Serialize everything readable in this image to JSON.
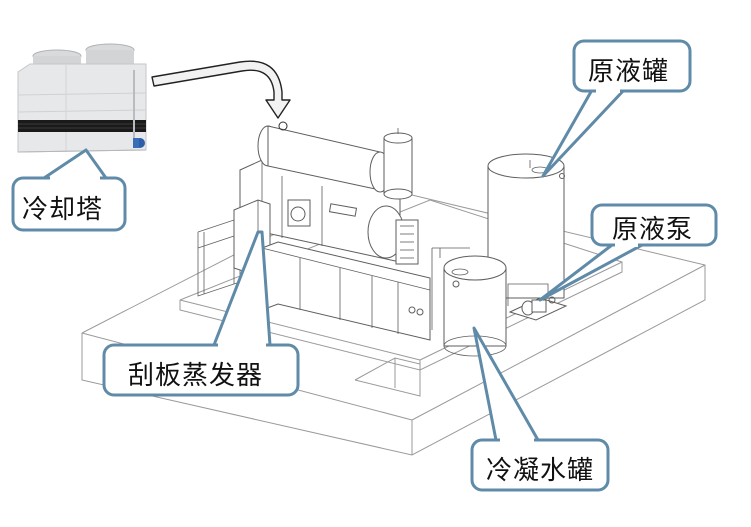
{
  "diagram": {
    "type": "equipment-layout",
    "subject": "scraper-evaporator wastewater concentration skid",
    "colors": {
      "callout_border": "#5f8aa8",
      "line_art": "#6e6e6e",
      "platform_lines": "#9a9a9a",
      "cooling_tower_body": "#e4e6e8",
      "cooling_tower_band": "#1a1a1a",
      "pump_blue": "#2c5fa8"
    },
    "callouts": [
      {
        "id": "cooling-tower",
        "label": "冷却塔"
      },
      {
        "id": "raw-liquid-tank",
        "label": "原液罐"
      },
      {
        "id": "raw-liquid-pump",
        "label": "原液泵"
      },
      {
        "id": "scraper-evaporator",
        "label": "刮板蒸发器"
      },
      {
        "id": "condensate-tank",
        "label": "冷凝水罐"
      }
    ],
    "connections": [
      {
        "from": "cooling-tower",
        "to": "condenser",
        "style": "curved-arrow"
      }
    ]
  }
}
